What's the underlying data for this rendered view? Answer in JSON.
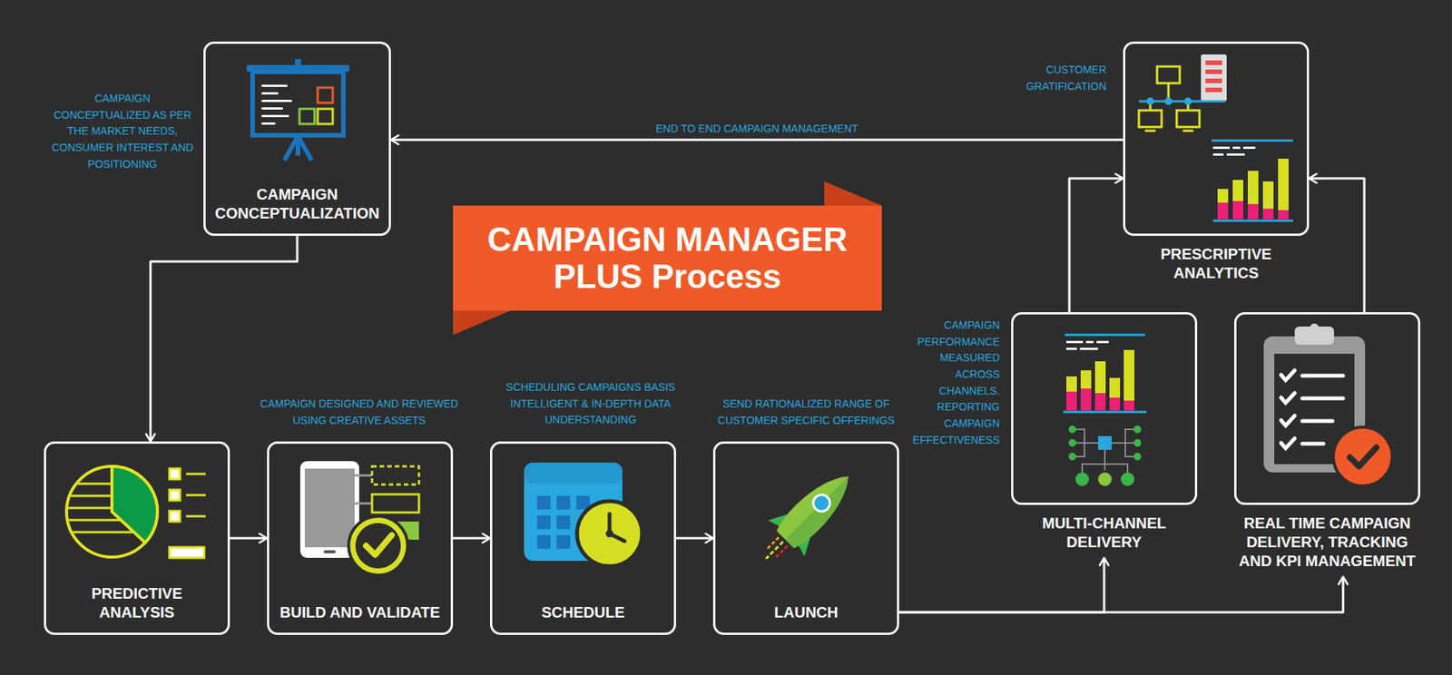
{
  "diagram": {
    "title": "CAMPAIGN MANAGER PLUS Process",
    "nodes": [
      {
        "text": [
          "CAMPAIGN CONCEPTUALIZATION"
        ]
      },
      {
        "text": [
          "PREDICTIVE ANALYSIS"
        ]
      },
      {
        "text": [
          "BUILD AND VALIDATE"
        ]
      },
      {
        "text": [
          "SCHEDULE"
        ]
      },
      {
        "text": [
          "LAUNCH"
        ]
      },
      {
        "text": [
          "MULTI-CHANNEL DELIVERY"
        ]
      },
      {
        "text": [
          "REAL TIME CAMPAIGN DELIVERY, TRACKING AND KPI MANAGEMENT"
        ]
      },
      {
        "text": [
          "PRESCRIPTIVE ANALYTICS"
        ]
      }
    ],
    "edges": [
      {
        "from": 0,
        "to": 1,
        "arrow": "to"
      },
      {
        "from": 1,
        "to": 2,
        "arrow": "to"
      },
      {
        "from": 2,
        "to": 3,
        "arrow": "to"
      },
      {
        "from": 3,
        "to": 4,
        "arrow": "to"
      },
      {
        "from": 4,
        "to": 5,
        "arrow": "to"
      },
      {
        "from": 4,
        "to": 6,
        "arrow": "to"
      },
      {
        "from": 5,
        "to": 7,
        "arrow": "to"
      },
      {
        "from": 6,
        "to": 7,
        "arrow": "to"
      },
      {
        "from": 7,
        "to": 0,
        "label": "END TO END CAMPAIGN MANAGEMENT",
        "arrow": "to"
      }
    ],
    "labels": [
      "CAMPAIGN CONCEPTUALIZED AS PER THE MARKET NEEDS, CONSUMER INTEREST AND POSITIONING",
      "CAMPAIGN DESIGNED AND REVIEWED USING CREATIVE ASSETS",
      "SCHEDULING CAMPAIGNS BASIS INTELLIGENT & IN-DEPTH DATA UNDERSTANDING",
      "SEND RATIONALIZED RANGE OF CUSTOMER SPECIFIC OFFERINGS",
      "CAMPAIGN PERFORMANCE MEASURED ACROSS CHANNELS. REPORTING CAMPAIGN EFFECTIVENESS",
      "CUSTOMER GRATIFICATION"
    ]
  }
}
